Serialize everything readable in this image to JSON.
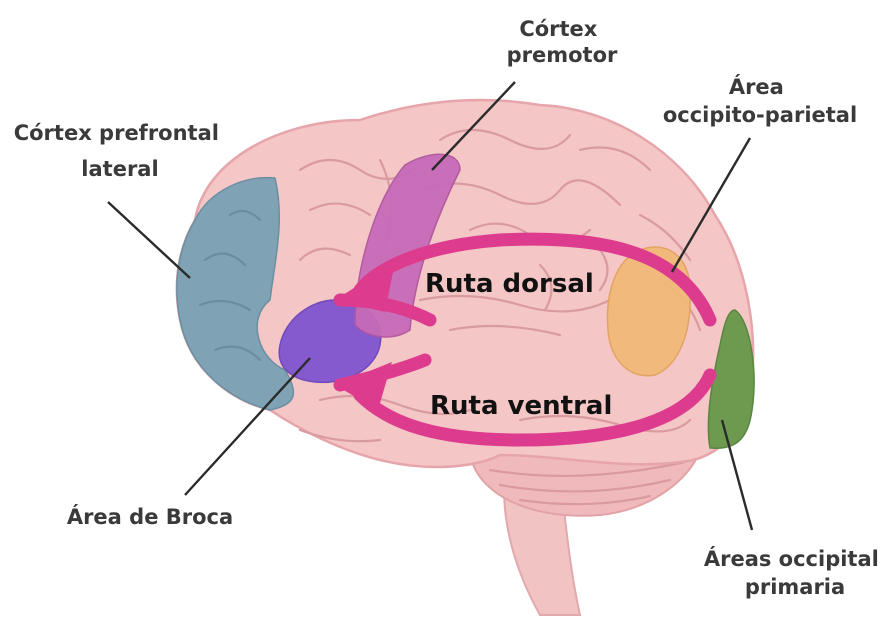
{
  "labels": {
    "premotor_line1": "Córtex",
    "premotor_line2": "premotor",
    "prefrontal_line1": "Córtex prefrontal",
    "prefrontal_line2": "lateral",
    "occipito_line1": "Área",
    "occipito_line2": "occipito-parietal",
    "broca": "Área de Broca",
    "occipital_line1": "Áreas occipital",
    "occipital_line2": "primaria"
  },
  "routes": {
    "dorsal": "Ruta dorsal",
    "ventral": "Ruta ventral"
  },
  "colors": {
    "brain": "#f4c6c6",
    "brain_outline": "#e6a5aa",
    "cerebellum": "#f0b9bb",
    "brainstem": "#f2c3c3",
    "prefrontal": "#7fa3b5",
    "broca": "#8055d0",
    "premotor": "#c76ab8",
    "occipito_parietal": "#f1b978",
    "occipital": "#6d9a4f",
    "arrow": "#dd3c8e"
  }
}
